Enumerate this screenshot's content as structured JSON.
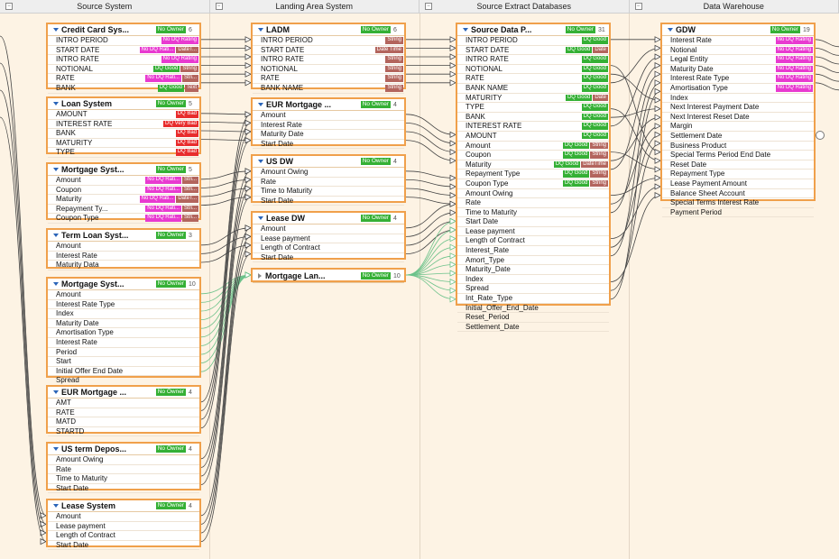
{
  "lanes": [
    "Source System",
    "Landing Area System",
    "Source Extract Databases",
    "Data Warehouse"
  ],
  "colors": {
    "accent": "#f0a04b",
    "owner": "#35b035",
    "dq": "#e83ad0",
    "bad": "#e82c2c",
    "type": "#b3655d",
    "background": "#fdf3e4"
  },
  "icons": {
    "expanded": "triangle-down-icon",
    "collapsed": "triangle-right-icon",
    "lane_toggle": "collapse-icon"
  },
  "boxes": [
    {
      "id": "cc",
      "title": "Credit Card Sys...",
      "owner": "No Owner",
      "count": "6",
      "rows": [
        {
          "label": "INTRO PERIOD",
          "tags": [
            {
              "t": "No DQ Rating",
              "c": "dq"
            }
          ]
        },
        {
          "label": "START DATE",
          "tags": [
            {
              "t": "No DQ Rati...",
              "c": "dq"
            },
            {
              "t": "DateT...",
              "c": "type"
            }
          ]
        },
        {
          "label": "INTRO RATE",
          "tags": [
            {
              "t": "No DQ Rating",
              "c": "dq"
            }
          ]
        },
        {
          "label": "NOTIONAL",
          "tags": [
            {
              "t": "DQ Good",
              "c": "good"
            },
            {
              "t": "String",
              "c": "type"
            }
          ]
        },
        {
          "label": "RATE",
          "tags": [
            {
              "t": "No DQ Rati...",
              "c": "dq"
            },
            {
              "t": "Stri...",
              "c": "type"
            }
          ]
        },
        {
          "label": "BANK",
          "tags": [
            {
              "t": "DQ Good",
              "c": "good"
            },
            {
              "t": "Text",
              "c": "type"
            }
          ]
        }
      ]
    },
    {
      "id": "loan",
      "title": "Loan System",
      "owner": "No Owner",
      "count": "5",
      "rows": [
        {
          "label": "AMOUNT",
          "tags": [
            {
              "t": "DQ Bad",
              "c": "bad"
            }
          ]
        },
        {
          "label": "INTEREST RATE",
          "tags": [
            {
              "t": "DQ Very Bad",
              "c": "bad"
            }
          ]
        },
        {
          "label": "BANK",
          "tags": [
            {
              "t": "DQ Bad",
              "c": "bad"
            }
          ]
        },
        {
          "label": "MATURITY",
          "tags": [
            {
              "t": "DQ Bad",
              "c": "bad"
            }
          ]
        },
        {
          "label": "TYPE",
          "tags": [
            {
              "t": "DQ Bad",
              "c": "bad"
            }
          ]
        }
      ]
    },
    {
      "id": "mort1",
      "title": "Mortgage Syst...",
      "owner": "No Owner",
      "count": "5",
      "rows": [
        {
          "label": "Amount",
          "tags": [
            {
              "t": "No DQ Rati...",
              "c": "dq"
            },
            {
              "t": "Stri...",
              "c": "type"
            }
          ]
        },
        {
          "label": "Coupon",
          "tags": [
            {
              "t": "No DQ Rati...",
              "c": "dq"
            },
            {
              "t": "Stri...",
              "c": "type"
            }
          ]
        },
        {
          "label": "Maturity",
          "tags": [
            {
              "t": "No DQ Rati...",
              "c": "dq"
            },
            {
              "t": "DateT...",
              "c": "type"
            }
          ]
        },
        {
          "label": "Repayment Ty...",
          "tags": [
            {
              "t": "No DQ Rati...",
              "c": "dq"
            },
            {
              "t": "Stri...",
              "c": "type"
            }
          ]
        },
        {
          "label": "Coupon Type",
          "tags": [
            {
              "t": "No DQ Rati...",
              "c": "dq"
            },
            {
              "t": "Stri...",
              "c": "type"
            }
          ]
        }
      ]
    },
    {
      "id": "term",
      "title": "Term Loan Syst...",
      "owner": "No Owner",
      "count": "3",
      "rows": [
        {
          "label": "Amount",
          "tags": []
        },
        {
          "label": "Interest Rate",
          "tags": []
        },
        {
          "label": "Maturity Data",
          "tags": []
        }
      ]
    },
    {
      "id": "mort2",
      "title": "Mortgage Syst...",
      "owner": "No Owner",
      "count": "10",
      "rows": [
        {
          "label": "Amount",
          "tags": []
        },
        {
          "label": "Interest Rate Type",
          "tags": []
        },
        {
          "label": "Index",
          "tags": []
        },
        {
          "label": "Maturity Date",
          "tags": []
        },
        {
          "label": "Amortisation Type",
          "tags": []
        },
        {
          "label": "Interest Rate",
          "tags": []
        },
        {
          "label": "Period",
          "tags": []
        },
        {
          "label": "Start",
          "tags": []
        },
        {
          "label": "Initial Offer End Date",
          "tags": []
        },
        {
          "label": "Spread",
          "tags": []
        }
      ]
    },
    {
      "id": "eurs",
      "title": "EUR Mortgage ...",
      "owner": "No Owner",
      "count": "4",
      "rows": [
        {
          "label": "AMT",
          "tags": []
        },
        {
          "label": "RATE",
          "tags": []
        },
        {
          "label": "MATD",
          "tags": []
        },
        {
          "label": "STARTD",
          "tags": []
        }
      ]
    },
    {
      "id": "usterm",
      "title": "US term Depos...",
      "owner": "No Owner",
      "count": "4",
      "rows": [
        {
          "label": "Amount Owing",
          "tags": []
        },
        {
          "label": "Rate",
          "tags": []
        },
        {
          "label": "Time to Maturity",
          "tags": []
        },
        {
          "label": "Start Date",
          "tags": []
        }
      ]
    },
    {
      "id": "lease",
      "title": "Lease System",
      "owner": "No Owner",
      "count": "4",
      "rows": [
        {
          "label": "Amount",
          "tags": []
        },
        {
          "label": "Lease payment",
          "tags": []
        },
        {
          "label": "Length of Contract",
          "tags": []
        },
        {
          "label": "Start Date",
          "tags": []
        }
      ]
    },
    {
      "id": "ladm",
      "title": "LADM",
      "owner": "No Owner",
      "count": "6",
      "rows": [
        {
          "label": "INTRO PERIOD",
          "tags": [
            {
              "t": "String",
              "c": "type"
            }
          ]
        },
        {
          "label": "START DATE",
          "tags": [
            {
              "t": "Date Time",
              "c": "type"
            }
          ]
        },
        {
          "label": "INTRO RATE",
          "tags": [
            {
              "t": "String",
              "c": "type"
            }
          ]
        },
        {
          "label": "NOTIONAL",
          "tags": [
            {
              "t": "String",
              "c": "type"
            }
          ]
        },
        {
          "label": "RATE",
          "tags": [
            {
              "t": "String",
              "c": "type"
            }
          ]
        },
        {
          "label": "BANK NAME",
          "tags": [
            {
              "t": "String",
              "c": "type"
            }
          ]
        }
      ]
    },
    {
      "id": "eurdw",
      "title": "EUR Mortgage ...",
      "owner": "No Owner",
      "count": "4",
      "rows": [
        {
          "label": "Amount",
          "tags": []
        },
        {
          "label": "Interest Rate",
          "tags": []
        },
        {
          "label": "Maturity Date",
          "tags": []
        },
        {
          "label": "Start Date",
          "tags": []
        }
      ]
    },
    {
      "id": "usdw",
      "title": "US DW",
      "owner": "No Owner",
      "count": "4",
      "rows": [
        {
          "label": "Amount Owing",
          "tags": []
        },
        {
          "label": "Rate",
          "tags": []
        },
        {
          "label": "Time to Maturity",
          "tags": []
        },
        {
          "label": "Start Date",
          "tags": []
        }
      ]
    },
    {
      "id": "leasedw",
      "title": "Lease DW",
      "owner": "No Owner",
      "count": "4",
      "rows": [
        {
          "label": "Amount",
          "tags": []
        },
        {
          "label": "Lease payment",
          "tags": []
        },
        {
          "label": "Length of Contract",
          "tags": []
        },
        {
          "label": "Start Date",
          "tags": []
        }
      ]
    },
    {
      "id": "mortlan",
      "title": "Mortgage Lan...",
      "owner": "No Owner",
      "count": "10",
      "collapsed": true,
      "rows": []
    },
    {
      "id": "sdp",
      "title": "Source Data P...",
      "owner": "No Owner",
      "count": "31",
      "rows": [
        {
          "label": "INTRO PERIOD",
          "tags": [
            {
              "t": "DQ Good",
              "c": "good"
            }
          ]
        },
        {
          "label": "START DATE",
          "tags": [
            {
              "t": "DQ Good",
              "c": "good"
            },
            {
              "t": "Date",
              "c": "type"
            }
          ]
        },
        {
          "label": "INTRO RATE",
          "tags": [
            {
              "t": "DQ Good",
              "c": "good"
            }
          ]
        },
        {
          "label": "NOTIONAL",
          "tags": [
            {
              "t": "DQ Good",
              "c": "good"
            }
          ]
        },
        {
          "label": "RATE",
          "tags": [
            {
              "t": "DQ Good",
              "c": "good"
            }
          ]
        },
        {
          "label": "BANK NAME",
          "tags": [
            {
              "t": "DQ Good",
              "c": "good"
            }
          ]
        },
        {
          "label": "MATURITY",
          "tags": [
            {
              "t": "DQ Good",
              "c": "good"
            },
            {
              "t": "Date",
              "c": "type"
            }
          ]
        },
        {
          "label": "TYPE",
          "tags": [
            {
              "t": "DQ Good",
              "c": "good"
            }
          ]
        },
        {
          "label": "BANK",
          "tags": [
            {
              "t": "DQ Good",
              "c": "good"
            }
          ]
        },
        {
          "label": "INTEREST RATE",
          "tags": [
            {
              "t": "DQ Good",
              "c": "good"
            }
          ]
        },
        {
          "label": "AMOUNT",
          "tags": [
            {
              "t": "DQ Good",
              "c": "good"
            }
          ]
        },
        {
          "label": "Amount",
          "tags": [
            {
              "t": "DQ Good",
              "c": "good"
            },
            {
              "t": "String",
              "c": "type"
            }
          ]
        },
        {
          "label": "Coupon",
          "tags": [
            {
              "t": "DQ Good",
              "c": "good"
            },
            {
              "t": "String",
              "c": "type"
            }
          ]
        },
        {
          "label": "Maturity",
          "tags": [
            {
              "t": "DQ Good",
              "c": "good"
            },
            {
              "t": "DateTime",
              "c": "type"
            }
          ]
        },
        {
          "label": "Repayment Type",
          "tags": [
            {
              "t": "DQ Good",
              "c": "good"
            },
            {
              "t": "String",
              "c": "type"
            }
          ]
        },
        {
          "label": "Coupon Type",
          "tags": [
            {
              "t": "DQ Good",
              "c": "good"
            },
            {
              "t": "String",
              "c": "type"
            }
          ]
        },
        {
          "label": "Amount Owing",
          "tags": []
        },
        {
          "label": "Rate",
          "tags": []
        },
        {
          "label": "Time to Maturity",
          "tags": []
        },
        {
          "label": "Start Date",
          "tags": []
        },
        {
          "label": "Lease payment",
          "tags": []
        },
        {
          "label": "Length of Contract",
          "tags": []
        },
        {
          "label": "Interest_Rate",
          "tags": []
        },
        {
          "label": "Amort_Type",
          "tags": []
        },
        {
          "label": "Maturity_Date",
          "tags": []
        },
        {
          "label": "Index",
          "tags": []
        },
        {
          "label": "Spread",
          "tags": []
        },
        {
          "label": "Int_Rate_Type",
          "tags": []
        },
        {
          "label": "Initial_Offer_End_Date",
          "tags": []
        },
        {
          "label": "Reset_Period",
          "tags": []
        },
        {
          "label": "Settlement_Date",
          "tags": []
        }
      ]
    },
    {
      "id": "gdw",
      "title": "GDW",
      "owner": "No Owner",
      "count": "19",
      "rows": [
        {
          "label": "Interest Rate",
          "tags": [
            {
              "t": "No DQ Rating",
              "c": "dq"
            }
          ]
        },
        {
          "label": "Notional",
          "tags": [
            {
              "t": "No DQ Rating",
              "c": "dq"
            }
          ]
        },
        {
          "label": "Legal Entity",
          "tags": [
            {
              "t": "No DQ Rating",
              "c": "dq"
            }
          ]
        },
        {
          "label": "Maturity Date",
          "tags": [
            {
              "t": "No DQ Rating",
              "c": "dq"
            }
          ]
        },
        {
          "label": "Interest Rate Type",
          "tags": [
            {
              "t": "No DQ Rating",
              "c": "dq"
            }
          ]
        },
        {
          "label": "Amortisation Type",
          "tags": [
            {
              "t": "No DQ Rating",
              "c": "dq"
            }
          ]
        },
        {
          "label": "Index",
          "tags": []
        },
        {
          "label": "Next Interest Payment Date",
          "tags": []
        },
        {
          "label": "Next Interest Reset Date",
          "tags": []
        },
        {
          "label": "Margin",
          "tags": []
        },
        {
          "label": "Settlement Date",
          "tags": []
        },
        {
          "label": "Business Product",
          "tags": []
        },
        {
          "label": "Special Terms Period End Date",
          "tags": []
        },
        {
          "label": "Reset Date",
          "tags": []
        },
        {
          "label": "Repayment Type",
          "tags": []
        },
        {
          "label": "Lease Payment Amount",
          "tags": []
        },
        {
          "label": "Balance Sheet Account",
          "tags": []
        },
        {
          "label": "Special Terms Interest Rate",
          "tags": []
        },
        {
          "label": "Payment Period",
          "tags": []
        }
      ]
    }
  ]
}
